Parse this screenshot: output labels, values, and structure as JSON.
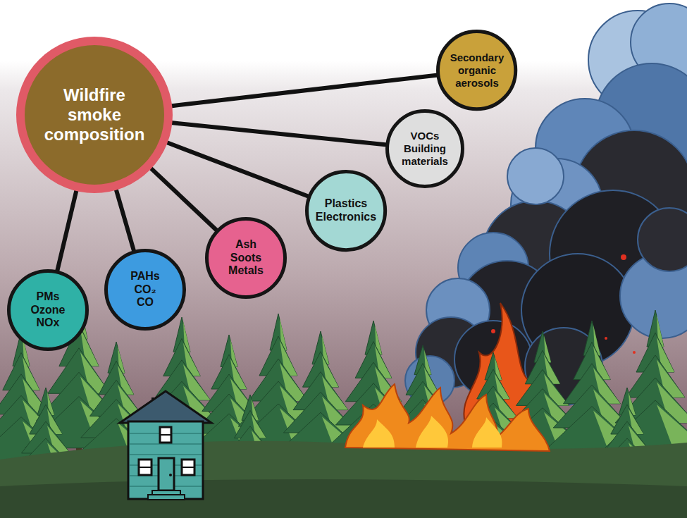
{
  "diagram": {
    "nodes": [
      {
        "text": [
          "Wildfire smoke composition"
        ]
      },
      {
        "text": [
          "PMs Ozone NOx"
        ]
      },
      {
        "text": [
          "PAHs CO₂ CO"
        ]
      },
      {
        "text": [
          "Ash Soots Metals"
        ]
      },
      {
        "text": [
          "Plastics Electronics"
        ]
      },
      {
        "text": [
          "VOCs Building materials"
        ]
      },
      {
        "text": [
          "Secondary organic aerosols"
        ]
      }
    ],
    "edges": [
      {
        "from": 0,
        "to": 1,
        "arrow": "none"
      },
      {
        "from": 0,
        "to": 2,
        "arrow": "none"
      },
      {
        "from": 0,
        "to": 3,
        "arrow": "none"
      },
      {
        "from": 0,
        "to": 4,
        "arrow": "none"
      },
      {
        "from": 0,
        "to": 5,
        "arrow": "none"
      },
      {
        "from": 0,
        "to": 6,
        "arrow": "none"
      }
    ]
  }
}
